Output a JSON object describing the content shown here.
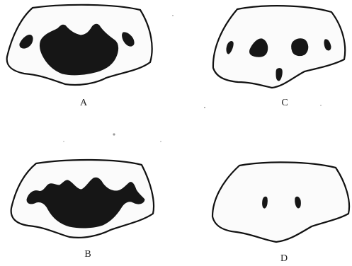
{
  "figure": {
    "panels": [
      {
        "id": "A",
        "label": "A",
        "description_shape": "cross-section with large central dark region and two small lateral marks"
      },
      {
        "id": "B",
        "label": "B",
        "description_shape": "cross-section with wide dark region spanning to lateral lobes"
      },
      {
        "id": "C",
        "label": "C",
        "description_shape": "cross-section with five separate small dark marks"
      },
      {
        "id": "D",
        "label": "D",
        "description_shape": "cross-section with two small dark marks"
      }
    ],
    "colors": {
      "ink": "#161616",
      "outline": "#111111",
      "paper": "#ffffff"
    }
  }
}
